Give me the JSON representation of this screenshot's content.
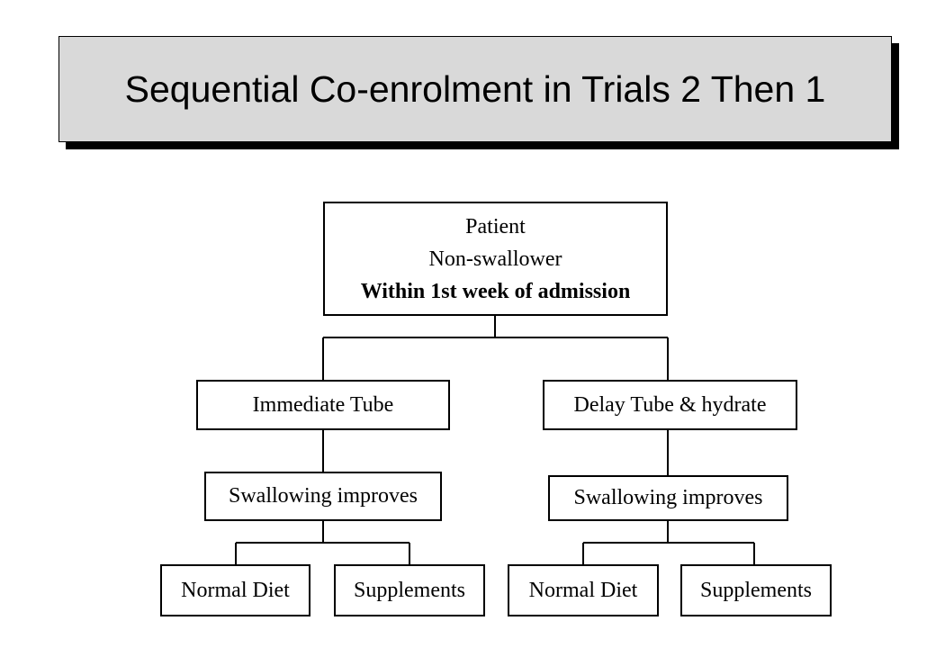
{
  "title": "Sequential Co-enrolment in Trials 2 Then 1",
  "root": {
    "line1": "Patient",
    "line2": "Non-swallower",
    "line3": "Within 1st week of admission"
  },
  "branches": [
    {
      "label": "Immediate Tube",
      "outcome": "Swallowing improves",
      "options": [
        "Normal Diet",
        "Supplements"
      ]
    },
    {
      "label": "Delay Tube & hydrate",
      "outcome": "Swallowing improves",
      "options": [
        "Normal Diet",
        "Supplements"
      ]
    }
  ]
}
